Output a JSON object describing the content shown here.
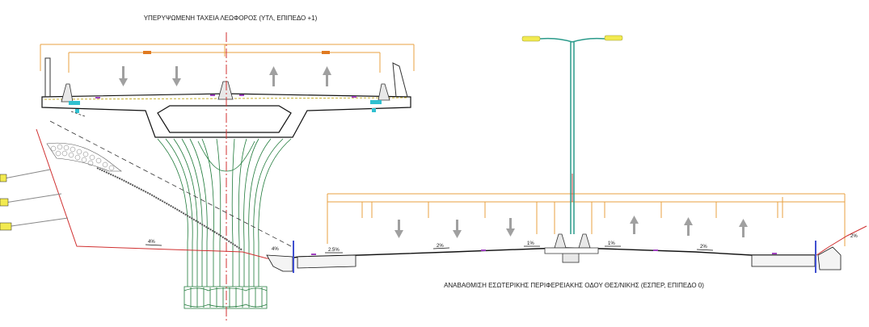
{
  "top_title": "ΥΠΕΡΥΨΩΜΕΝΗ ΤΑΧΕΙΑ ΛΕΩΦΟΡΟΣ (ΥΤΛ, ΕΠΙΠΕΔΟ +1)",
  "bottom_title": "ΑΝΑΒΑΘΜΙΣΗ ΕΣΩΤΕΡΙΚΗΣ ΠΕΡΙΦΕΡΕΙΑΚΗΣ ΟΔΟΥ ΘΕΣ/ΝΙΚΗΣ (ΕΣΠΕΡ, ΕΠΙΠΕΔΟ 0)",
  "slopes": {
    "embankment": "4%",
    "left_ramp": "4%",
    "left_shoulder": "2.5%",
    "left_carriageway": "2%",
    "median_left": "1%",
    "median_right": "1%",
    "right_carriageway": "2%",
    "right_shoulder": "2%"
  },
  "colors": {
    "dimension": "#e8a040",
    "centerline": "#d03030",
    "pier": "#1f7a3a",
    "lighting_pole": "#2a9a8a",
    "lamp": "#f2ea50",
    "traffic_arrow": "#a0a0a0",
    "drain": "#30c0d0"
  }
}
